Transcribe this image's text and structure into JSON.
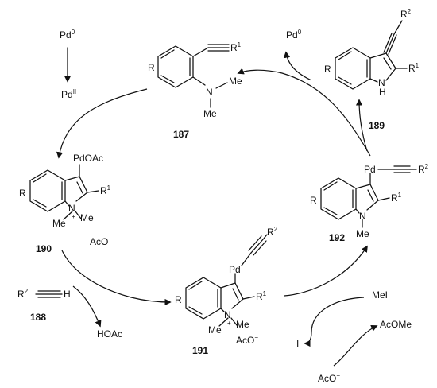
{
  "scheme": {
    "labels": {
      "pd0": "Pd",
      "pd0_sup": "0",
      "pd2": "Pd",
      "pd2_sup": "II",
      "pd0_out": "Pd",
      "pd0_out_sup": "0",
      "hoac": "HOAc",
      "acome": "AcOMe",
      "mei": "MeI",
      "iodide": "I",
      "aco_in": "AcO",
      "aco_in_sup": "−"
    },
    "compounds": [
      {
        "id": "187",
        "atoms": {
          "R": "R",
          "R1": "R",
          "R1_sup": "1",
          "N": "N",
          "Me_a": "Me",
          "Me_b": "Me"
        }
      },
      {
        "id": "189",
        "atoms": {
          "R": "R",
          "R1": "R",
          "R1_sup": "1",
          "R2": "R",
          "R2_sup": "2",
          "NH": "N",
          "H": "H"
        }
      },
      {
        "id": "190",
        "atoms": {
          "R": "R",
          "PdOAc": "PdOAc",
          "R1": "R",
          "R1_sup": "1",
          "N": "N",
          "plus": "+",
          "Me_a": "Me",
          "Me_b": "Me",
          "counter": "AcO",
          "counter_sup": "−"
        }
      },
      {
        "id": "192",
        "atoms": {
          "R": "R",
          "Pd": "Pd",
          "R1": "R",
          "R1_sup": "1",
          "R2": "R",
          "R2_sup": "2",
          "N": "N",
          "Me": "Me"
        }
      },
      {
        "id": "188",
        "atoms": {
          "R2": "R",
          "R2_sup": "2",
          "H": "H"
        }
      },
      {
        "id": "191",
        "atoms": {
          "R": "R",
          "Pd": "Pd",
          "R1": "R",
          "R1_sup": "1",
          "R2": "R",
          "R2_sup": "2",
          "N": "N",
          "plus": "+",
          "Me_a": "Me",
          "Me_b": "Me",
          "counter": "AcO",
          "counter_sup": "−"
        }
      }
    ]
  }
}
